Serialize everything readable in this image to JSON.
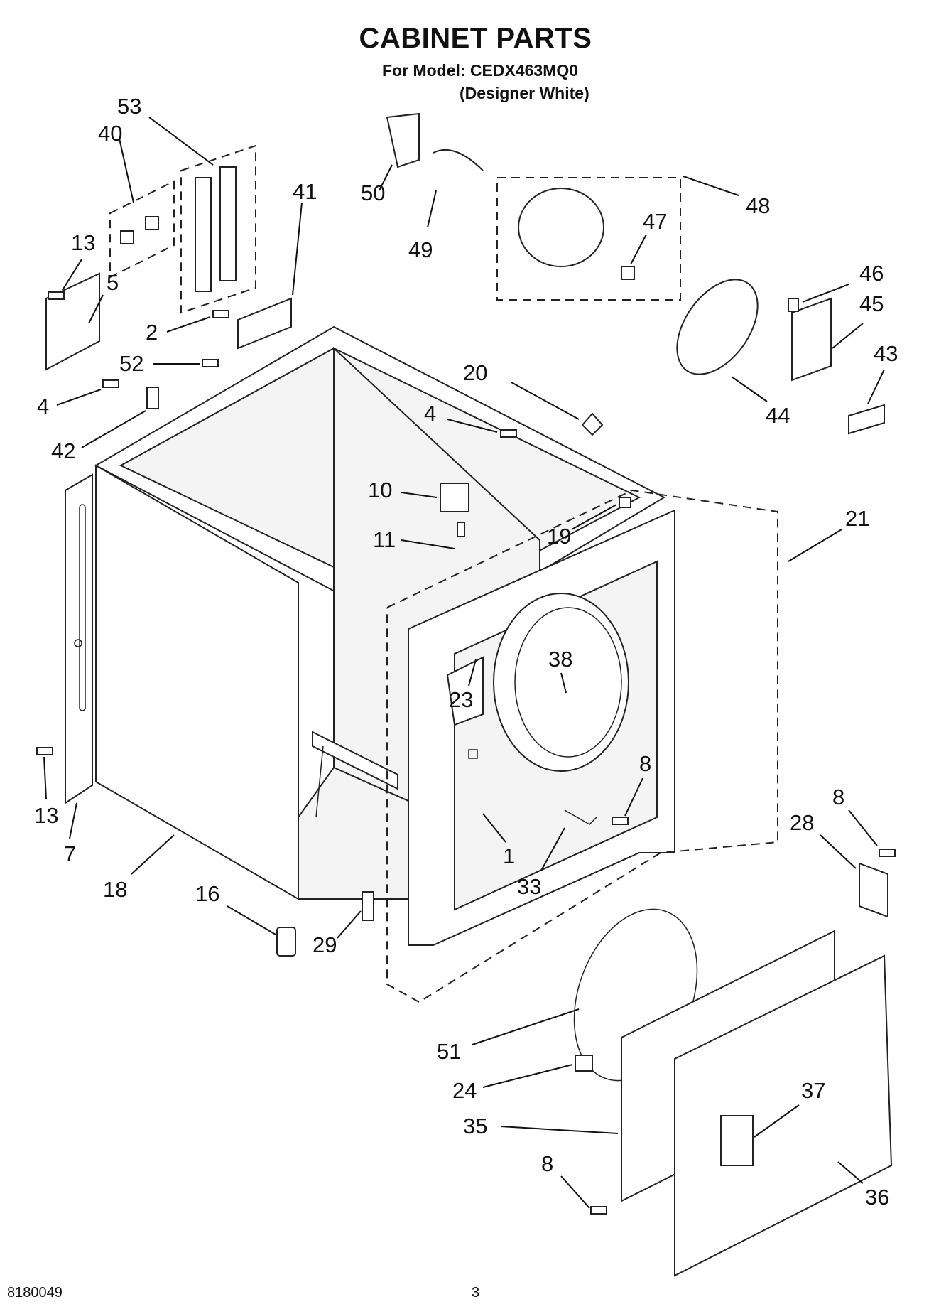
{
  "header": {
    "title": "CABINET PARTS",
    "model_line": "For Model: CEDX463MQ0",
    "variant_line": "(Designer White)"
  },
  "footer": {
    "doc_number": "8180049",
    "page_number": "3"
  },
  "callouts": [
    {
      "id": "c53",
      "label": "53"
    },
    {
      "id": "c40",
      "label": "40"
    },
    {
      "id": "c41",
      "label": "41"
    },
    {
      "id": "c13a",
      "label": "13"
    },
    {
      "id": "c5",
      "label": "5"
    },
    {
      "id": "c2",
      "label": "2"
    },
    {
      "id": "c52",
      "label": "52"
    },
    {
      "id": "c4a",
      "label": "4"
    },
    {
      "id": "c42",
      "label": "42"
    },
    {
      "id": "c50",
      "label": "50"
    },
    {
      "id": "c49",
      "label": "49"
    },
    {
      "id": "c48",
      "label": "48"
    },
    {
      "id": "c47",
      "label": "47"
    },
    {
      "id": "c46",
      "label": "46"
    },
    {
      "id": "c45",
      "label": "45"
    },
    {
      "id": "c43",
      "label": "43"
    },
    {
      "id": "c44",
      "label": "44"
    },
    {
      "id": "c20",
      "label": "20"
    },
    {
      "id": "c4b",
      "label": "4"
    },
    {
      "id": "c10",
      "label": "10"
    },
    {
      "id": "c11",
      "label": "11"
    },
    {
      "id": "c19",
      "label": "19"
    },
    {
      "id": "c21",
      "label": "21"
    },
    {
      "id": "c38",
      "label": "38"
    },
    {
      "id": "c23",
      "label": "23"
    },
    {
      "id": "c8a",
      "label": "8"
    },
    {
      "id": "c8b",
      "label": "8"
    },
    {
      "id": "c28",
      "label": "28"
    },
    {
      "id": "c1",
      "label": "1"
    },
    {
      "id": "c33",
      "label": "33"
    },
    {
      "id": "c13b",
      "label": "13"
    },
    {
      "id": "c7",
      "label": "7"
    },
    {
      "id": "c18",
      "label": "18"
    },
    {
      "id": "c16",
      "label": "16"
    },
    {
      "id": "c29",
      "label": "29"
    },
    {
      "id": "c51",
      "label": "51"
    },
    {
      "id": "c24",
      "label": "24"
    },
    {
      "id": "c35",
      "label": "35"
    },
    {
      "id": "c37",
      "label": "37"
    },
    {
      "id": "c8c",
      "label": "8"
    },
    {
      "id": "c36",
      "label": "36"
    }
  ]
}
